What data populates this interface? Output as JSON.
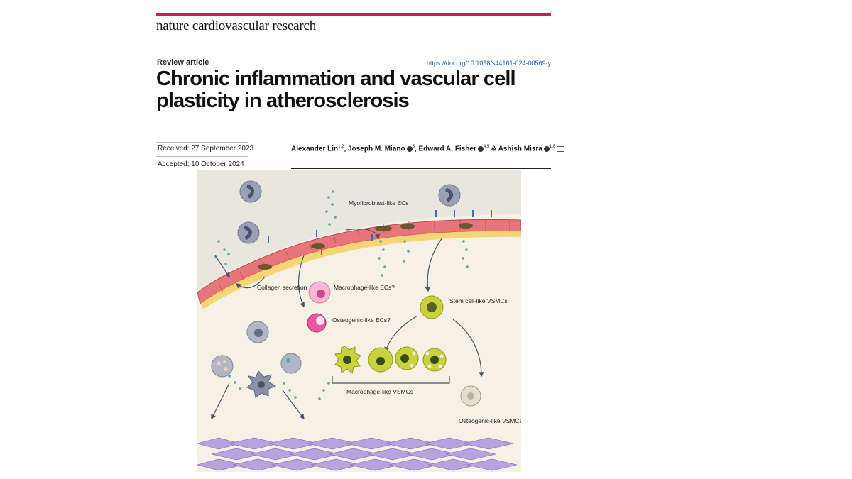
{
  "header": {
    "journal_name": "nature cardiovascular research",
    "accent_color": "#e0115f"
  },
  "article": {
    "type": "Review article",
    "doi": "https://doi.org/10.1038/s44161-024-00569-y",
    "title": "Chronic inflammation and vascular cell plasticity in atherosclerosis",
    "received": "Received: 27 September 2023",
    "accepted": "Accepted: 10 October 2024",
    "authors": [
      {
        "name": "Alexander Lin",
        "affil": "1,2"
      },
      {
        "name": "Joseph M. Miano",
        "affil": "5"
      },
      {
        "name": "Edward A. Fisher",
        "affil": "4,5"
      },
      {
        "name": "Ashish Misra",
        "affil": "1,6"
      }
    ]
  },
  "figure": {
    "labels": {
      "myofibroblast": "Myofibroblast-like ECs",
      "collagen": "Collagen secretion",
      "macrophage_ecs": "Macrophage-like ECs?",
      "osteogenic_ecs": "Osteogenic-like ECs?",
      "stem_cell": "Stem cell-like VSMCs",
      "macrophage_vsmcs": "Macrophage-like VSMCs",
      "osteogenic_vsmcs": "Osteogenic-like VSMCs"
    },
    "colors": {
      "background": "#f5f1e4",
      "endothelium": "#e8747c",
      "vsmc": "#c9d23c",
      "fibroblast": "#b9a3de",
      "immune": "#9aa0b4",
      "particles": "#5aa7a4"
    }
  }
}
